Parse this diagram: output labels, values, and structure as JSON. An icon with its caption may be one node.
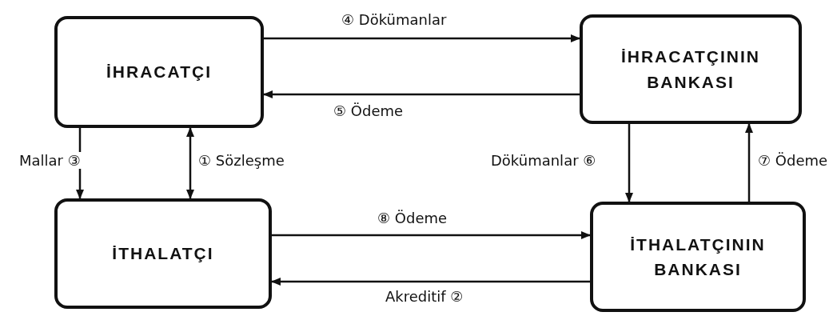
{
  "diagram": {
    "nodes": [
      {
        "text": [
          "İHRACATÇI"
        ]
      },
      {
        "text": [
          "İHRACATÇININ BANKASI"
        ]
      },
      {
        "text": [
          "İTHALATÇI"
        ]
      },
      {
        "text": [
          "İTHALATÇININ BANKASI"
        ]
      }
    ],
    "edges": [
      {
        "from": 0,
        "to": 1,
        "arrow": "to",
        "label": "④ Dökümanlar"
      },
      {
        "from": 1,
        "to": 0,
        "arrow": "to",
        "label": "⑤ Ödeme"
      },
      {
        "from": 0,
        "to": 2,
        "arrow": "to",
        "label": "Mallar ③"
      },
      {
        "from": 0,
        "to": 2,
        "arrow": "both",
        "label": "① Sözleşme"
      },
      {
        "from": 1,
        "to": 3,
        "arrow": "to",
        "label": "Dökümanlar ⑥"
      },
      {
        "from": 3,
        "to": 1,
        "arrow": "to",
        "label": "⑦ Ödeme"
      },
      {
        "from": 2,
        "to": 3,
        "arrow": "to",
        "label": "⑧ Ödeme"
      },
      {
        "from": 3,
        "to": 2,
        "arrow": "to",
        "label": "Akreditif ②"
      }
    ]
  }
}
